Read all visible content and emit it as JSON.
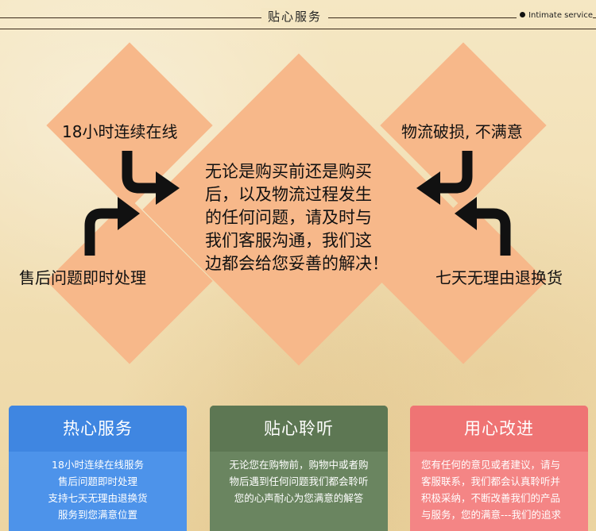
{
  "header": {
    "title": "贴心服务",
    "tag": "Intimate service"
  },
  "diamonds": {
    "top_left": "18小时连续在线",
    "bottom_left": "售后问题即时处理",
    "top_right": "物流破损, 不满意",
    "bottom_right": "七天无理由退换货",
    "center_lines": [
      "无论是购买前还是购买",
      "后，以及物流过程发生",
      "的任何问题，请及时与",
      "我们客服沟通，我们这",
      "边都会给您妥善的解决！"
    ]
  },
  "cards": [
    {
      "title": "热心服务",
      "lines": [
        "18小时连续在线服务",
        "售后问题即时处理",
        "支持七天无理由退换货",
        "服务到您满意位置"
      ]
    },
    {
      "title": "贴心聆听",
      "lines": [
        "无论您在购物前，购物中或者购",
        "物后遇到任何问题我们都会聆听",
        "您的心声耐心为您满意的解答"
      ]
    },
    {
      "title": "用心改进",
      "lines": [
        "您有任何的意见或者建议，请与",
        "客服联系，我们都会认真聆听并",
        "积极采纳，不断改善我们的产品",
        "与服务，您的满意---我们的追求"
      ]
    }
  ],
  "colors": {
    "diamond": "#f7b88a",
    "card_blue": "#3f86e1",
    "card_green": "#5d7753",
    "card_red": "#ef7474"
  }
}
